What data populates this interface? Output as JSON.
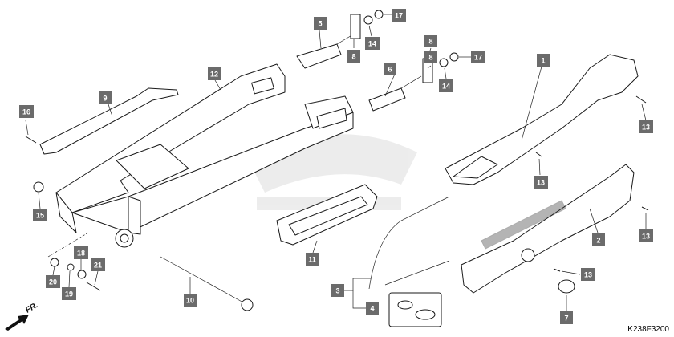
{
  "diagram_code": "K238F3200",
  "front_label": "FR.",
  "callouts": [
    {
      "id": "c1",
      "label": "1"
    },
    {
      "id": "c2",
      "label": "2"
    },
    {
      "id": "c3",
      "label": "3"
    },
    {
      "id": "c4",
      "label": "4"
    },
    {
      "id": "c5",
      "label": "5"
    },
    {
      "id": "c6",
      "label": "6"
    },
    {
      "id": "c7",
      "label": "7"
    },
    {
      "id": "c8a",
      "label": "8"
    },
    {
      "id": "c8b",
      "label": "8"
    },
    {
      "id": "c8c",
      "label": "8"
    },
    {
      "id": "c9",
      "label": "9"
    },
    {
      "id": "c10",
      "label": "10"
    },
    {
      "id": "c11",
      "label": "11"
    },
    {
      "id": "c12",
      "label": "12"
    },
    {
      "id": "c13a",
      "label": "13"
    },
    {
      "id": "c13b",
      "label": "13"
    },
    {
      "id": "c13c",
      "label": "13"
    },
    {
      "id": "c13d",
      "label": "13"
    },
    {
      "id": "c14a",
      "label": "14"
    },
    {
      "id": "c14b",
      "label": "14"
    },
    {
      "id": "c15",
      "label": "15"
    },
    {
      "id": "c16",
      "label": "16"
    },
    {
      "id": "c17a",
      "label": "17"
    },
    {
      "id": "c17b",
      "label": "17"
    },
    {
      "id": "c18",
      "label": "18"
    },
    {
      "id": "c19",
      "label": "19"
    },
    {
      "id": "c20",
      "label": "20"
    },
    {
      "id": "c21",
      "label": "21"
    }
  ],
  "colors": {
    "callout_fill": "#6b6b6b",
    "callout_text": "#ffffff",
    "line": "#1a1a1a",
    "watermark": "#e8b5c0"
  }
}
